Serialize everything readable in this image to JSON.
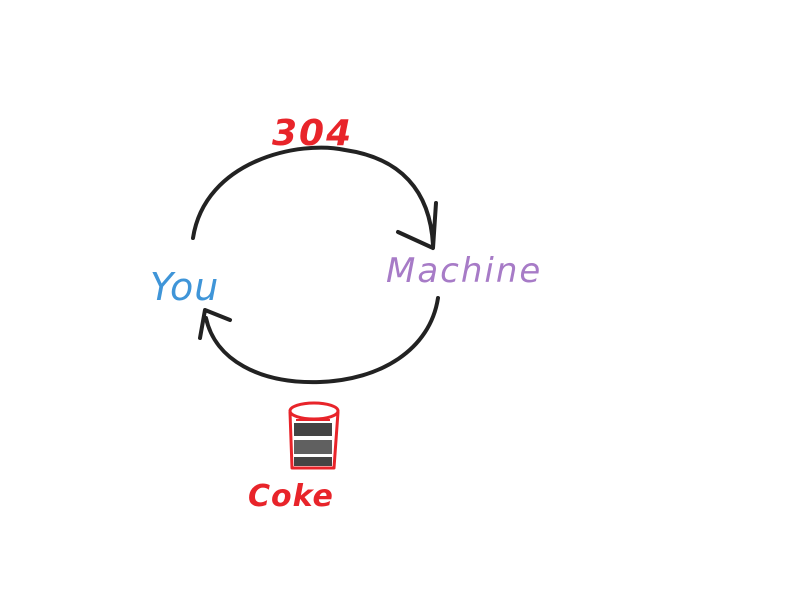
{
  "labels": {
    "top": "304",
    "left": "You",
    "right": "Machine",
    "bottom": "Coke"
  },
  "colors": {
    "arrow": "#222222",
    "top_label": "#e8242a",
    "left_label": "#3f95d8",
    "right_label": "#a77bc7",
    "bottom_label": "#e8242a",
    "can_outline": "#e8242a",
    "can_fill": "#444444"
  },
  "icons": {
    "can": "drink-can-icon"
  }
}
